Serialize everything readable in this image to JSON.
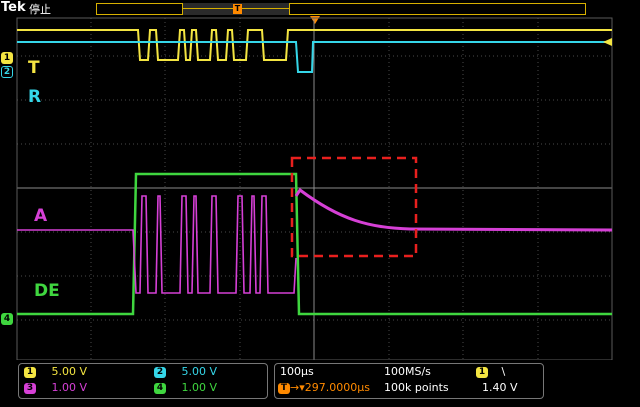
{
  "header": {
    "brand": "Tek",
    "run_state": "停止"
  },
  "record": {
    "marker": "T"
  },
  "trace_labels": {
    "t": "T",
    "r": "R",
    "a": "A",
    "de": "DE"
  },
  "channel_tags": {
    "ch1": "1",
    "ch2": "2",
    "ch4": "4"
  },
  "channels": [
    {
      "num": "1",
      "scale": "5.00 V",
      "color": "#f4e542"
    },
    {
      "num": "2",
      "scale": "5.00 V",
      "color": "#35d6e8"
    },
    {
      "num": "3",
      "scale": "1.00 V",
      "color": "#d640d6"
    },
    {
      "num": "4",
      "scale": "1.00 V",
      "color": "#3fd63f"
    }
  ],
  "timebase": {
    "horizontal_scale": "100μs",
    "sample_rate": "100MS/s",
    "trigger_position": "297.0000μs",
    "record_length": "100k points"
  },
  "trigger": {
    "source": "1",
    "slope": "\\",
    "level": "1.40 V"
  },
  "colors": {
    "ch1": "#f4e542",
    "ch2": "#35d6e8",
    "ch3": "#d640d6",
    "ch4": "#3fd63f",
    "trigger": "#ff8a00",
    "highlight": "#e8201e"
  }
}
